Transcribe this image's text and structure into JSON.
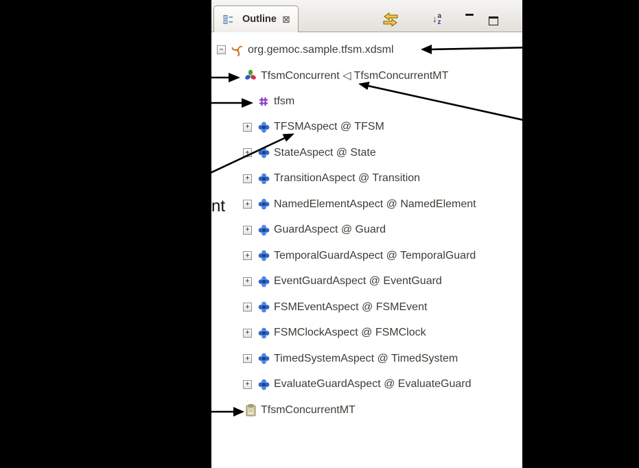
{
  "panel": {
    "tab": {
      "title": "Outline",
      "close_glyph": "⊠"
    },
    "toolbar": {
      "sort_arrow": "↓",
      "sort_a": "a",
      "sort_z": "z"
    }
  },
  "tree": {
    "items": [
      {
        "label": "org.gemoc.sample.tfsm.xdsml",
        "icon": "xdsml-file",
        "expand": "minus",
        "level": 0
      },
      {
        "label": "TfsmConcurrent ◁ TfsmConcurrentMT",
        "icon": "language",
        "expand": null,
        "level": 1
      },
      {
        "label": "tfsm",
        "icon": "metamodel",
        "expand": "spacer",
        "level": 2
      },
      {
        "label": "TFSMAspect @ TFSM",
        "icon": "aspect",
        "expand": "plus",
        "level": 2
      },
      {
        "label": "StateAspect @ State",
        "icon": "aspect",
        "expand": "plus",
        "level": 2
      },
      {
        "label": "TransitionAspect @ Transition",
        "icon": "aspect",
        "expand": "plus",
        "level": 2
      },
      {
        "label": "NamedElementAspect @ NamedElement",
        "icon": "aspect",
        "expand": "plus",
        "level": 2
      },
      {
        "label": "GuardAspect @ Guard",
        "icon": "aspect",
        "expand": "plus",
        "level": 2
      },
      {
        "label": "TemporalGuardAspect @ TemporalGuard",
        "icon": "aspect",
        "expand": "plus",
        "level": 2
      },
      {
        "label": "EventGuardAspect @ EventGuard",
        "icon": "aspect",
        "expand": "plus",
        "level": 2
      },
      {
        "label": "FSMEventAspect @ FSMEvent",
        "icon": "aspect",
        "expand": "plus",
        "level": 2
      },
      {
        "label": "FSMClockAspect @ FSMClock",
        "icon": "aspect",
        "expand": "plus",
        "level": 2
      },
      {
        "label": "TimedSystemAspect @ TimedSystem",
        "icon": "aspect",
        "expand": "plus",
        "level": 2
      },
      {
        "label": "EvaluateGuardAspect @ EvaluateGuard",
        "icon": "aspect",
        "expand": "plus",
        "level": 2
      },
      {
        "label": "TfsmConcurrentMT",
        "icon": "clipboard",
        "expand": null,
        "level": 1
      }
    ]
  },
  "annotations": {
    "partial_text": "nt"
  }
}
